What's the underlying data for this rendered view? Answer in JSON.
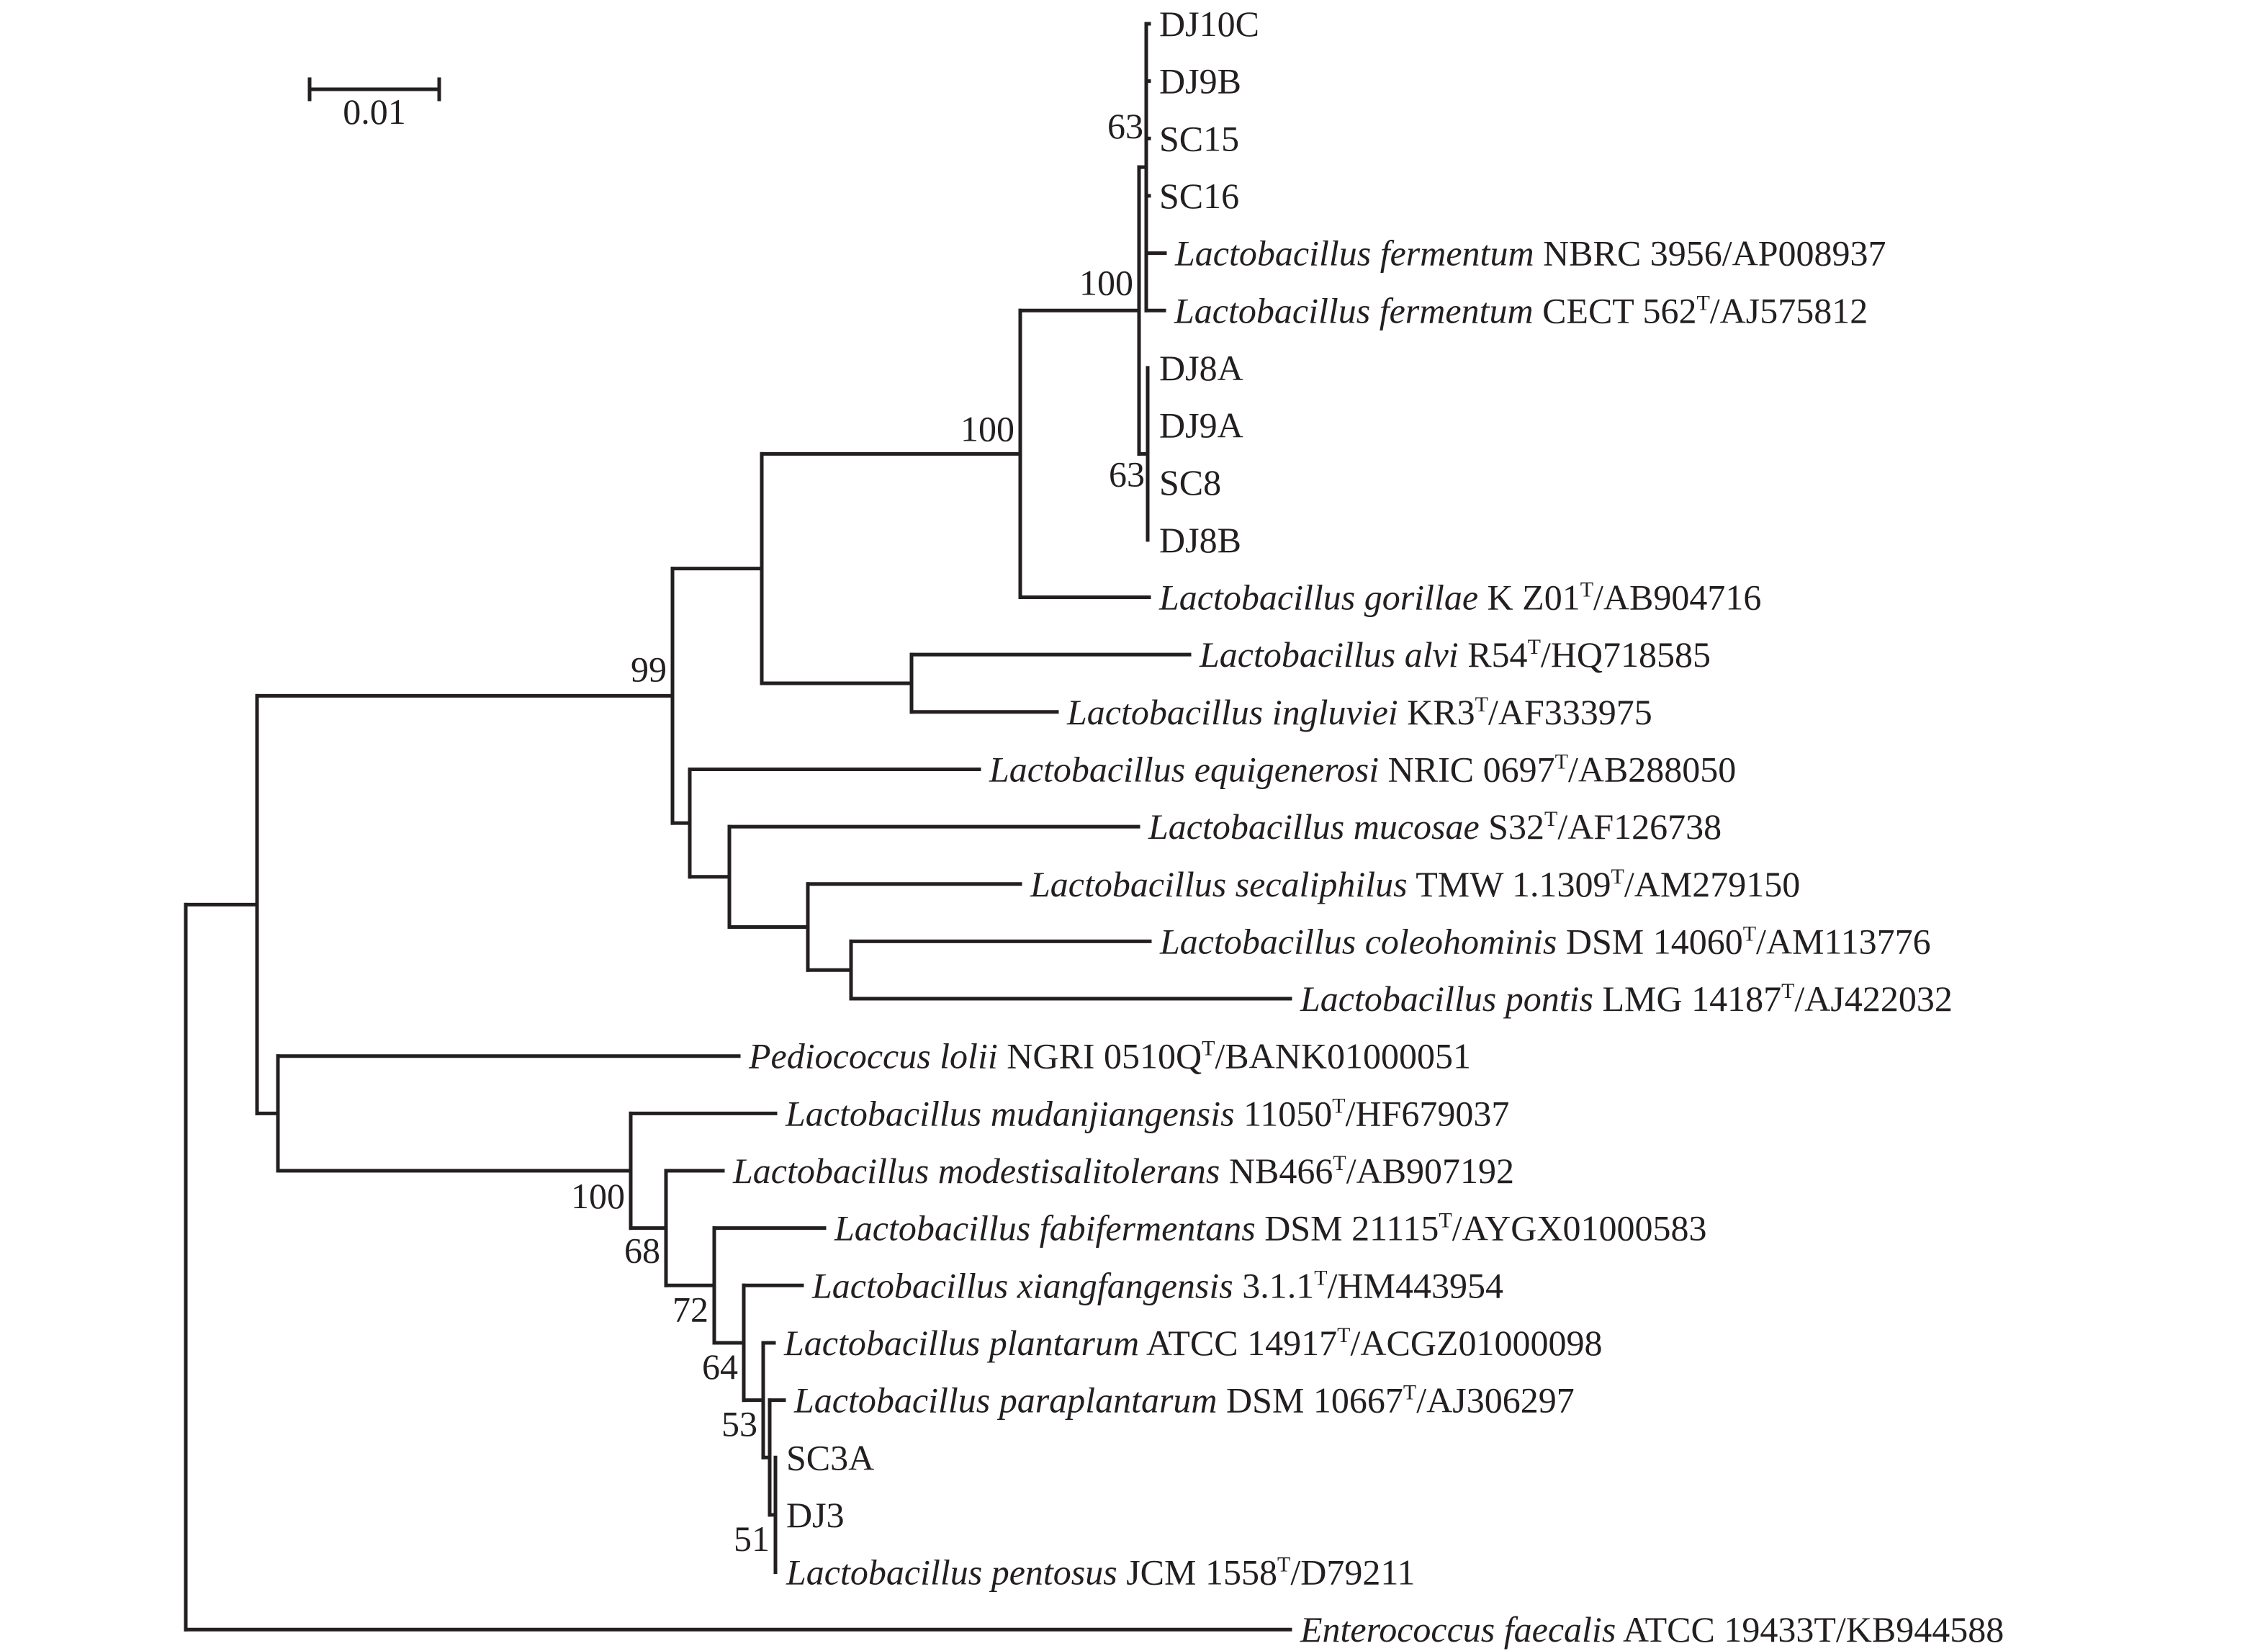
{
  "figure": {
    "type": "phylogenetic-tree",
    "scale_bar": {
      "value": 0.01,
      "label": "0.01"
    }
  },
  "leaves": [
    {
      "id": "DJ10C",
      "italic": "",
      "rest": "DJ10C",
      "sup": "",
      "tail": ""
    },
    {
      "id": "DJ9B",
      "italic": "",
      "rest": "DJ9B",
      "sup": "",
      "tail": ""
    },
    {
      "id": "SC15",
      "italic": "",
      "rest": "SC15",
      "sup": "",
      "tail": ""
    },
    {
      "id": "SC16",
      "italic": "",
      "rest": "SC16",
      "sup": "",
      "tail": ""
    },
    {
      "id": "fermentum-nbrc",
      "italic": "Lactobacillus fermentum",
      "rest": " NBRC 3956/AP008937",
      "sup": "",
      "tail": ""
    },
    {
      "id": "fermentum-cect",
      "italic": "Lactobacillus fermentum",
      "rest": " CECT 562",
      "sup": "T",
      "tail": "/AJ575812"
    },
    {
      "id": "DJ8A",
      "italic": "",
      "rest": "DJ8A",
      "sup": "",
      "tail": ""
    },
    {
      "id": "DJ9A",
      "italic": "",
      "rest": "DJ9A",
      "sup": "",
      "tail": ""
    },
    {
      "id": "SC8",
      "italic": "",
      "rest": "SC8",
      "sup": "",
      "tail": ""
    },
    {
      "id": "DJ8B",
      "italic": "",
      "rest": "DJ8B",
      "sup": "",
      "tail": ""
    },
    {
      "id": "gorillae",
      "italic": "Lactobacillus gorillae",
      "rest": " K Z01",
      "sup": "T",
      "tail": "/AB904716"
    },
    {
      "id": "alvi",
      "italic": "Lactobacillus alvi",
      "rest": " R54",
      "sup": "T",
      "tail": "/HQ718585"
    },
    {
      "id": "ingluviei",
      "italic": "Lactobacillus ingluviei",
      "rest": " KR3",
      "sup": "T",
      "tail": "/AF333975"
    },
    {
      "id": "equigenerosi",
      "italic": "Lactobacillus equigenerosi",
      "rest": " NRIC 0697",
      "sup": "T",
      "tail": "/AB288050"
    },
    {
      "id": "mucosae",
      "italic": "Lactobacillus mucosae",
      "rest": " S32",
      "sup": "T",
      "tail": "/AF126738"
    },
    {
      "id": "secaliphilus",
      "italic": "Lactobacillus secaliphilus",
      "rest": " TMW 1.1309",
      "sup": "T",
      "tail": "/AM279150"
    },
    {
      "id": "coleohominis",
      "italic": "Lactobacillus coleohominis",
      "rest": " DSM 14060",
      "sup": "T",
      "tail": "/AM113776"
    },
    {
      "id": "pontis",
      "italic": "Lactobacillus pontis",
      "rest": " LMG 14187",
      "sup": "T",
      "tail": "/AJ422032"
    },
    {
      "id": "pediococcus-lolii",
      "italic": "Pediococcus lolii",
      "rest": " NGRI 0510Q",
      "sup": "T",
      "tail": "/BANK01000051"
    },
    {
      "id": "mudanjiangensis",
      "italic": "Lactobacillus mudanjiangensis",
      "rest": " 11050",
      "sup": "T",
      "tail": "/HF679037"
    },
    {
      "id": "modestisalitolerans",
      "italic": "Lactobacillus modestisalitolerans",
      "rest": " NB466",
      "sup": "T",
      "tail": "/AB907192"
    },
    {
      "id": "fabifermentans",
      "italic": "Lactobacillus fabifermentans",
      "rest": " DSM 21115",
      "sup": "T",
      "tail": "/AYGX01000583"
    },
    {
      "id": "xiangfangensis",
      "italic": "Lactobacillus xiangfangensis",
      "rest": " 3.1.1",
      "sup": "T",
      "tail": "/HM443954"
    },
    {
      "id": "plantarum",
      "italic": "Lactobacillus plantarum",
      "rest": " ATCC 14917",
      "sup": "T",
      "tail": "/ACGZ01000098"
    },
    {
      "id": "paraplantarum",
      "italic": "Lactobacillus paraplantarum",
      "rest": " DSM 10667",
      "sup": "T",
      "tail": "/AJ306297"
    },
    {
      "id": "SC3A",
      "italic": "",
      "rest": "SC3A",
      "sup": "",
      "tail": ""
    },
    {
      "id": "DJ3",
      "italic": "",
      "rest": "DJ3",
      "sup": "",
      "tail": ""
    },
    {
      "id": "pentosus",
      "italic": "Lactobacillus pentosus",
      "rest": " JCM 1558",
      "sup": "T",
      "tail": "/D79211"
    },
    {
      "id": "enterococcus-faecalis",
      "italic": "Enterococcus faecalis",
      "rest": " ATCC 19433T/KB944588",
      "sup": "",
      "tail": ""
    }
  ],
  "bootstrap": {
    "n_top63": "63",
    "n_fermentum100": "100",
    "n_dj8a63": "63",
    "n_clade100": "100",
    "n_99": "99",
    "n_lower100": "100",
    "n_68": "68",
    "n_72": "72",
    "n_64": "64",
    "n_53": "53",
    "n_51": "51"
  }
}
